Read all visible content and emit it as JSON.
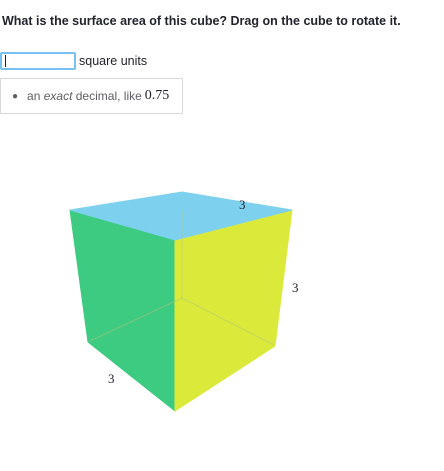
{
  "question": {
    "text": "What is the surface area of this cube? Drag on the cube to rotate it."
  },
  "answer": {
    "value": "",
    "units_label": "square units"
  },
  "hint": {
    "prefix": "an ",
    "emphasis": "exact",
    "suffix": " decimal, like",
    "example_value": "0.75"
  },
  "cube": {
    "edge_labels": [
      "3",
      "3",
      "3"
    ],
    "colors": {
      "top": "#7dd1ee",
      "left": "#3ccb81",
      "right": "#dbea3a",
      "edge": "#b9c28a"
    }
  }
}
